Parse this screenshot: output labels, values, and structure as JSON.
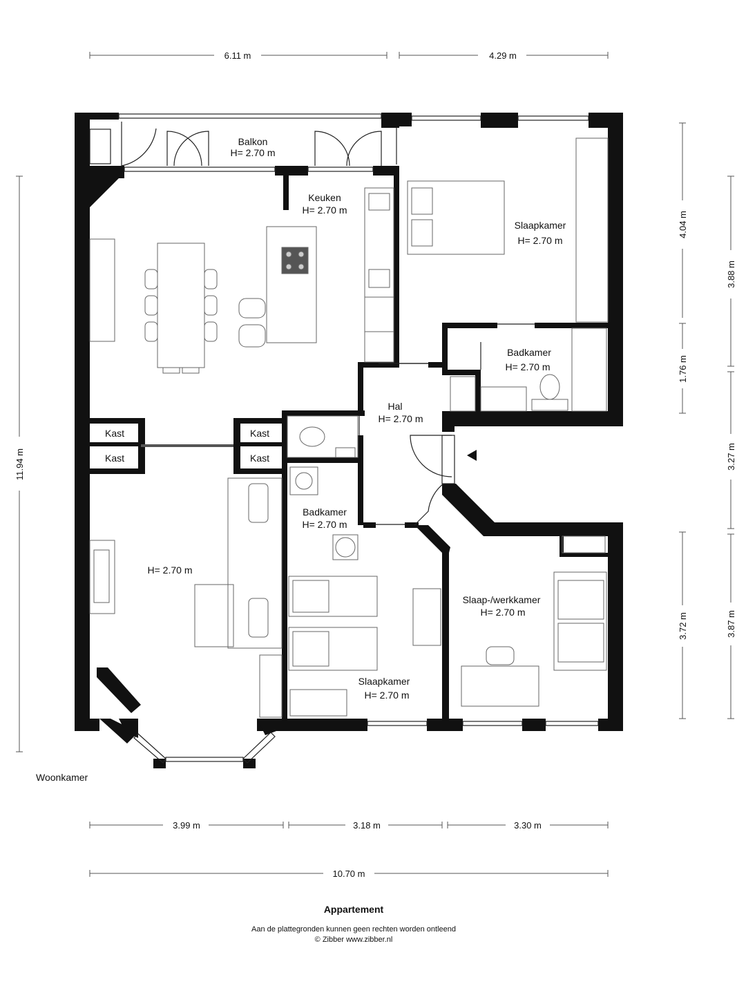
{
  "rooms": {
    "balkon": {
      "name": "Balkon",
      "height": "H= 2.70 m"
    },
    "keuken": {
      "name": "Keuken",
      "height": "H= 2.70 m"
    },
    "slaapkamer_1": {
      "name": "Slaapkamer",
      "height": "H= 2.70 m"
    },
    "badkamer_1": {
      "name": "Badkamer",
      "height": "H= 2.70 m"
    },
    "hal": {
      "name": "Hal",
      "height": "H= 2.70 m"
    },
    "badkamer_2": {
      "name": "Badkamer",
      "height": "H= 2.70 m"
    },
    "woonkamer": {
      "name": "Woonkamer",
      "height": "H= 2.70 m"
    },
    "slaapkamer_2": {
      "name": "Slaapkamer",
      "height": "H= 2.70 m"
    },
    "werkkamer": {
      "name": "Slaap-/werkkamer",
      "height": "H= 2.70 m"
    }
  },
  "kasten": [
    "Kast",
    "Kast",
    "Kast",
    "Kast"
  ],
  "dimensions": {
    "top": [
      "6.11 m",
      "4.29 m"
    ],
    "bottom": [
      "3.99 m",
      "3.18 m",
      "3.30 m"
    ],
    "total_width": "10.70 m",
    "left_height": "11.94 m",
    "right_inner": [
      "4.04 m",
      "1.76 m",
      "3.72 m"
    ],
    "right_outer": [
      "3.88 m",
      "3.27 m",
      "3.87 m"
    ]
  },
  "footer": {
    "title": "Appartement",
    "disclaimer": "Aan de plattegronden kunnen geen rechten worden ontleend",
    "copyright": "© Zibber www.zibber.nl"
  },
  "colors": {
    "wall": "#111111",
    "furniture_stroke": "#777777",
    "dimension_line": "#555555"
  }
}
